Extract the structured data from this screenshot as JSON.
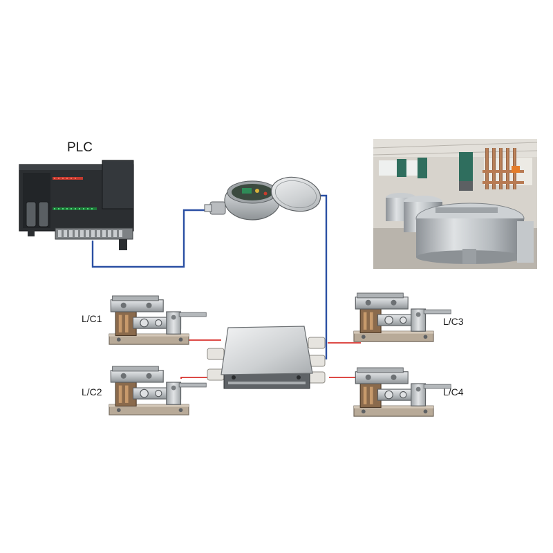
{
  "labels": {
    "plc": "PLC",
    "lc1": "L/C1",
    "lc2": "L/C2",
    "lc3": "L/C3",
    "lc4": "L/C4"
  },
  "colors": {
    "signal_wire": "#2a4fa3",
    "sensor_wire": "#d8312c",
    "plc_body": "#2b2e31",
    "stainless": "#c9ccce"
  },
  "components": {
    "plc": "plc-controller",
    "junction_box": "junction-box",
    "round_junction_box": "round-junction-box",
    "tank_photo": "factory-tanks-photo",
    "load_cells": [
      "load-cell-1",
      "load-cell-2",
      "load-cell-3",
      "load-cell-4"
    ]
  }
}
